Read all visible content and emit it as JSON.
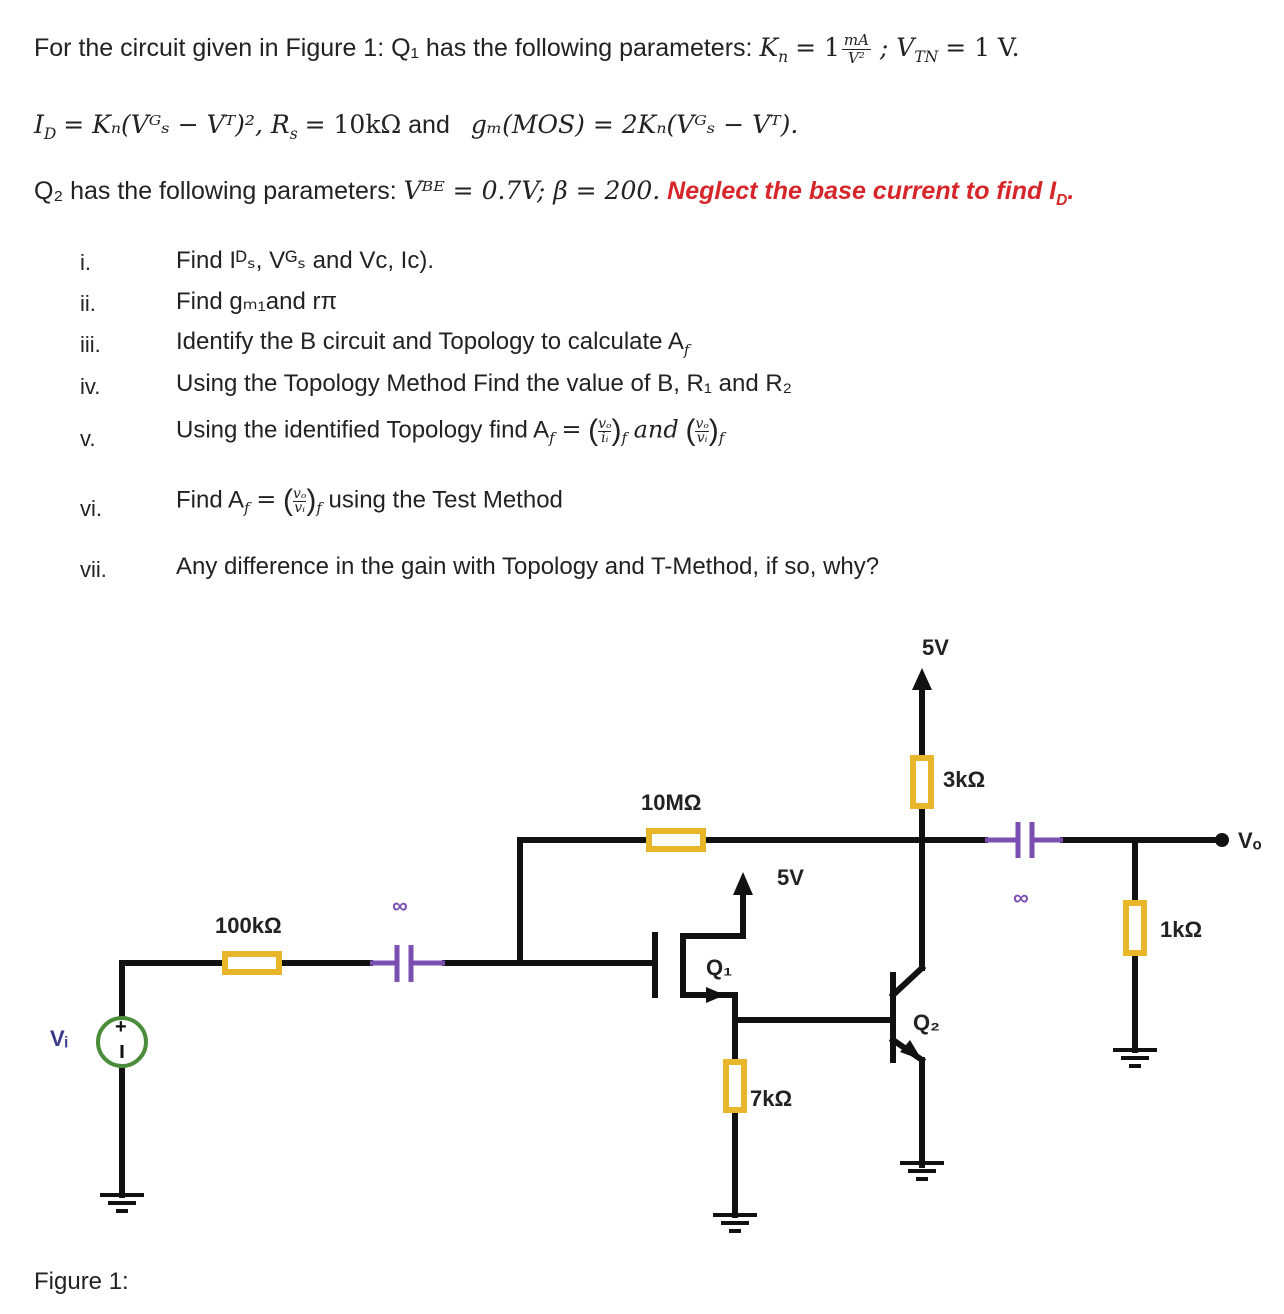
{
  "problem": {
    "intro": "For the circuit given in Figure 1: Q₁ has the following parameters:",
    "kn_param": "K",
    "kn_sub": "n",
    "kn_value": "= 1",
    "kn_unit_num": "mA",
    "kn_unit_den": "V²",
    "vtn": "; V",
    "vtn_sub": "TN",
    "vtn_value": "= 1 V.",
    "line2_id": "I",
    "line2_id_sub": "D",
    "line2_eq": "= Kₙ(Vᴳₛ − Vᵀ)²,  R",
    "line2_rs_sub": "s",
    "line2_rs": "= 10kΩ",
    "line2_and": "and",
    "line2_gm": "gₘ(MOS) = 2Kₙ(Vᴳₛ − Vᵀ).",
    "q2_intro": "Q₂ has the following parameters:",
    "q2_params": "Vᴮᴱ = 0.7V;  β = 200.",
    "q2_note": "Neglect the base current to find I",
    "q2_note_sub": "D",
    "q2_note_end": "."
  },
  "questions": [
    {
      "num": "i.",
      "text": "Find Iᴰₛ, Vᴳₛ and Vᴄ, Iᴄ)."
    },
    {
      "num": "ii.",
      "text": "Find gₘ₁and rπ"
    },
    {
      "num": "iii.",
      "text": "Identify the B circuit and Topology to calculate A"
    },
    {
      "num": "iv.",
      "text": "Using the Topology Method Find the value of B, R₁ and R₂"
    },
    {
      "num": "v.",
      "text": "Using the identified Topology find A"
    },
    {
      "num": "vi.",
      "text": "Find A"
    },
    {
      "num": "vii.",
      "text": "Any difference in the gain with Topology and T-Method, if so, why?"
    }
  ],
  "q_parts": {
    "sub_f": "f",
    "eq": "=",
    "vo": "vₒ",
    "ii": "iᵢ",
    "vi": "vᵢ",
    "and": "and",
    "test_method": "using the Test Method"
  },
  "circuit": {
    "vcc_top": "5V",
    "r_collector": "3kΩ",
    "r_feedback": "10MΩ",
    "vdd_q1": "5V",
    "cap_out": "∞",
    "cap_in": "∞",
    "r_source_in": "100kΩ",
    "q1": "Q₁",
    "q2": "Q₂",
    "r_source": "7kΩ",
    "r_load": "1kΩ",
    "vi": "Vᵢ",
    "vo": "Vₒ"
  },
  "figure_caption": "Figure 1:",
  "colors": {
    "resistor": "#e8b62b",
    "capacitor": "#7b4fb0",
    "source": "#4a8c3a",
    "wire": "#111111",
    "highlight": "#d6262a"
  }
}
